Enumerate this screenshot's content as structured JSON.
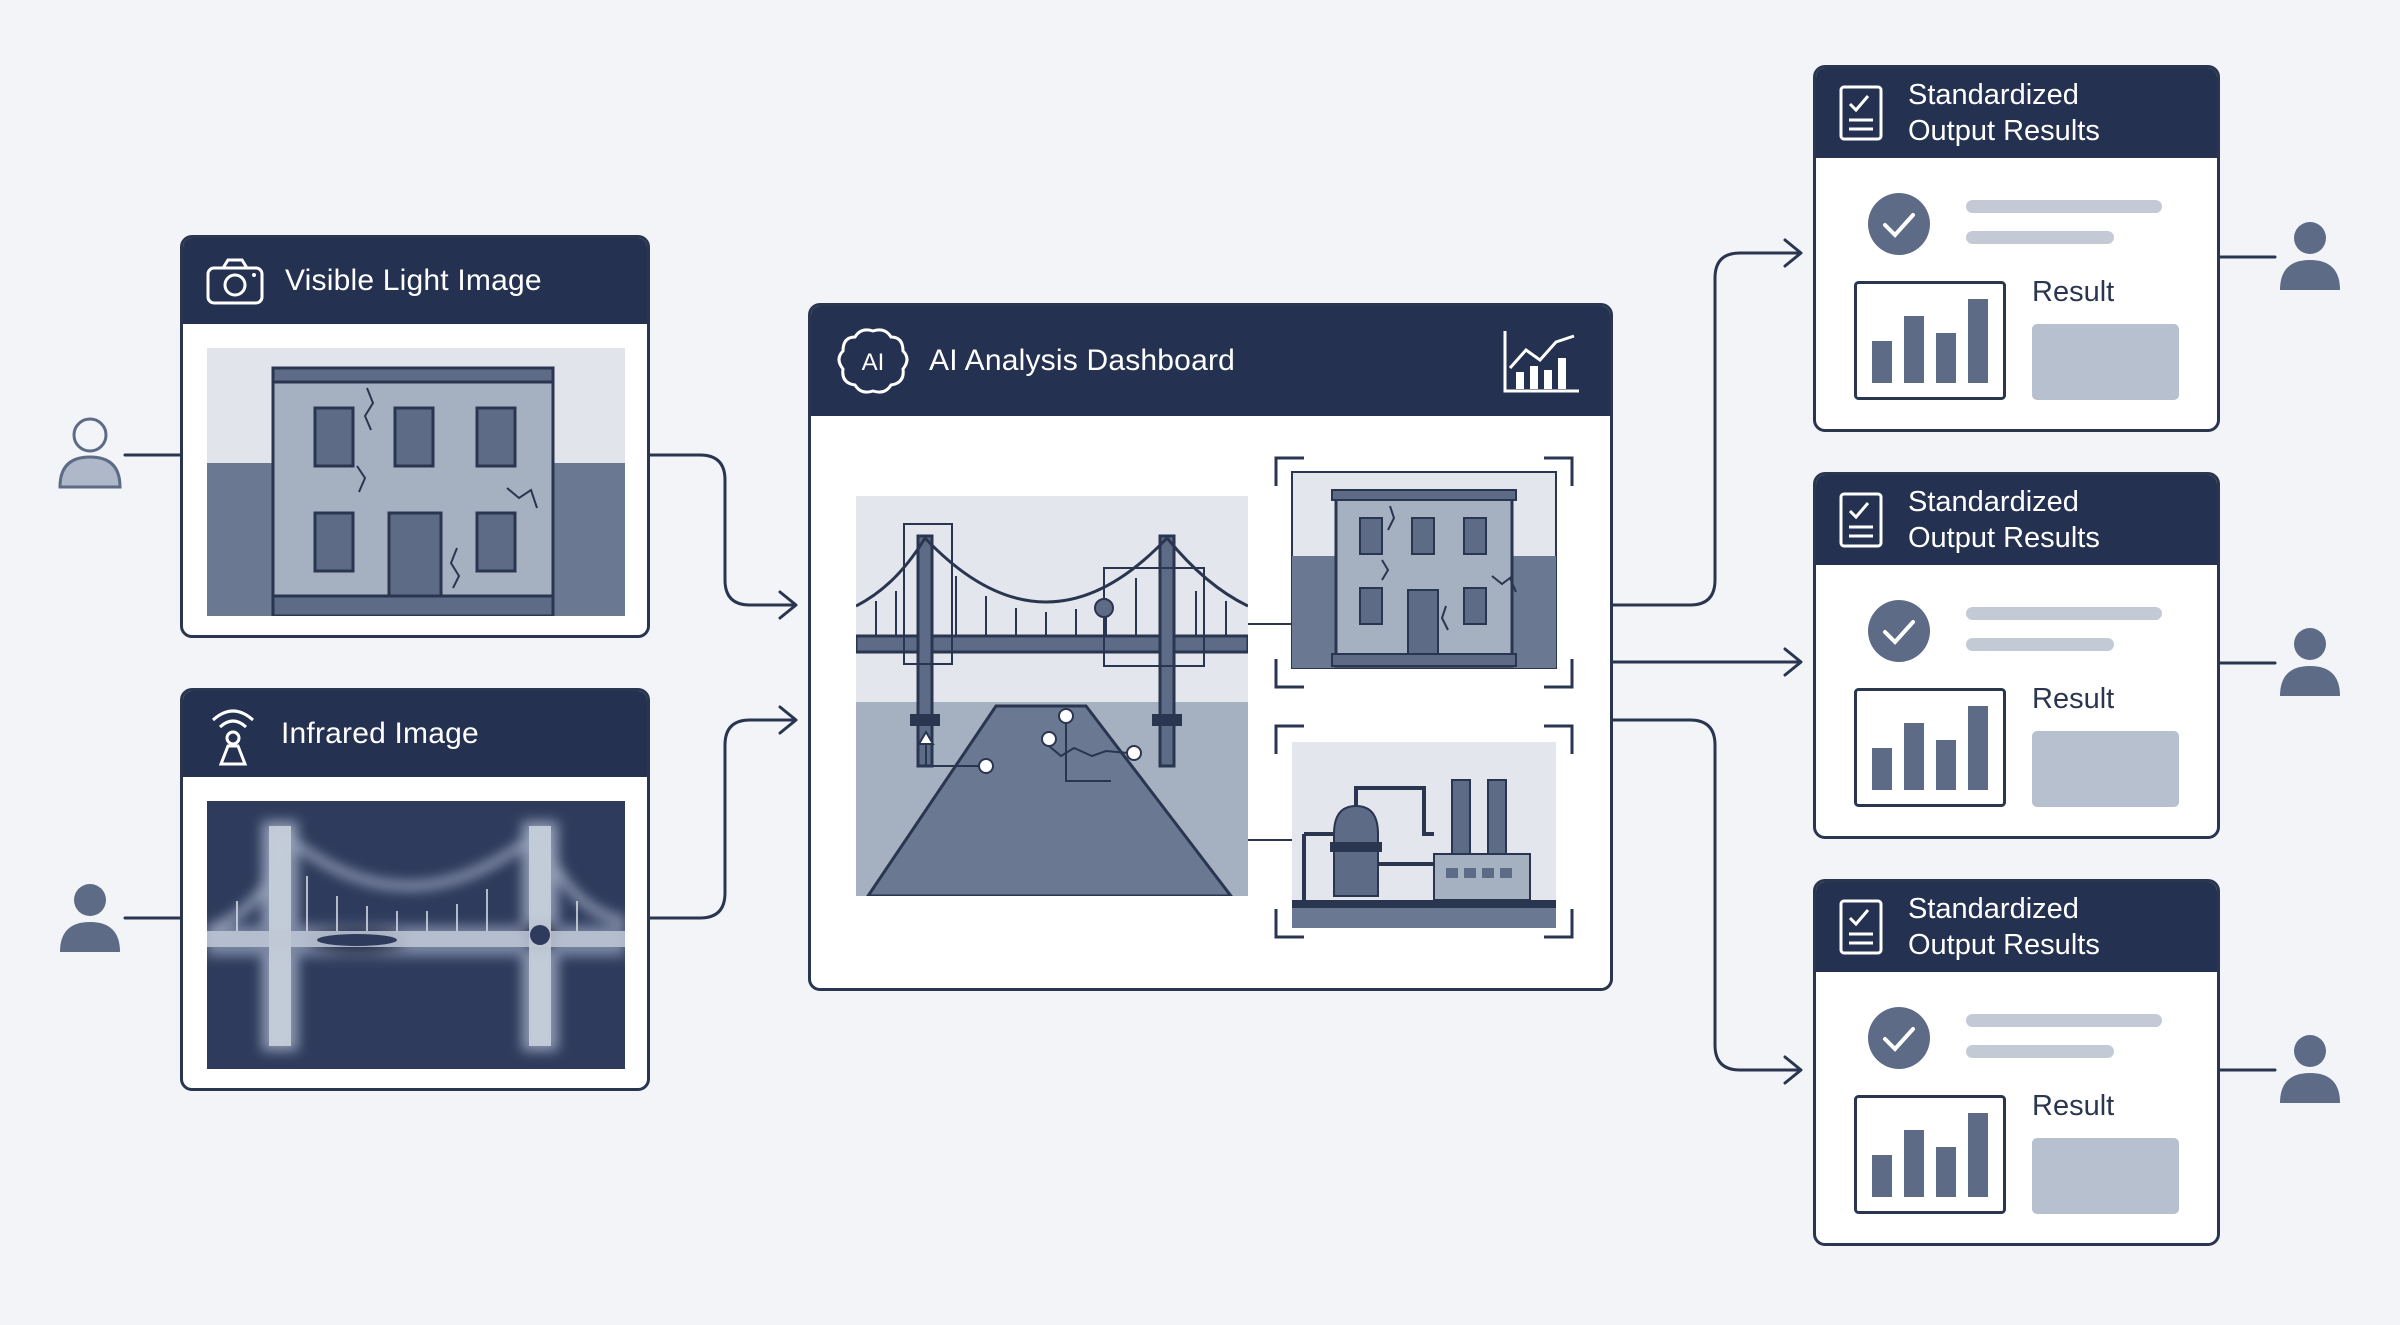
{
  "inputs": {
    "visible": {
      "title": "Visible Light Image",
      "icon": "camera-icon"
    },
    "infrared": {
      "title": "Infrared Image",
      "icon": "signal-person-icon"
    }
  },
  "dashboard": {
    "title": "AI Analysis Dashboard",
    "logo_text": "AI",
    "icons": [
      "ai-brain-icon",
      "trend-chart-icon"
    ]
  },
  "outputs": [
    {
      "title_line1": "Standardized",
      "title_line2": "Output Results",
      "result_label": "Result"
    },
    {
      "title_line1": "Standardized",
      "title_line2": "Output Results",
      "result_label": "Result"
    },
    {
      "title_line1": "Standardized",
      "title_line2": "Output Results",
      "result_label": "Result"
    }
  ],
  "colors": {
    "navy": "#243150",
    "slate": "#5d6b87",
    "light_slate": "#b6c0cf",
    "background": "#f2f4f7"
  }
}
